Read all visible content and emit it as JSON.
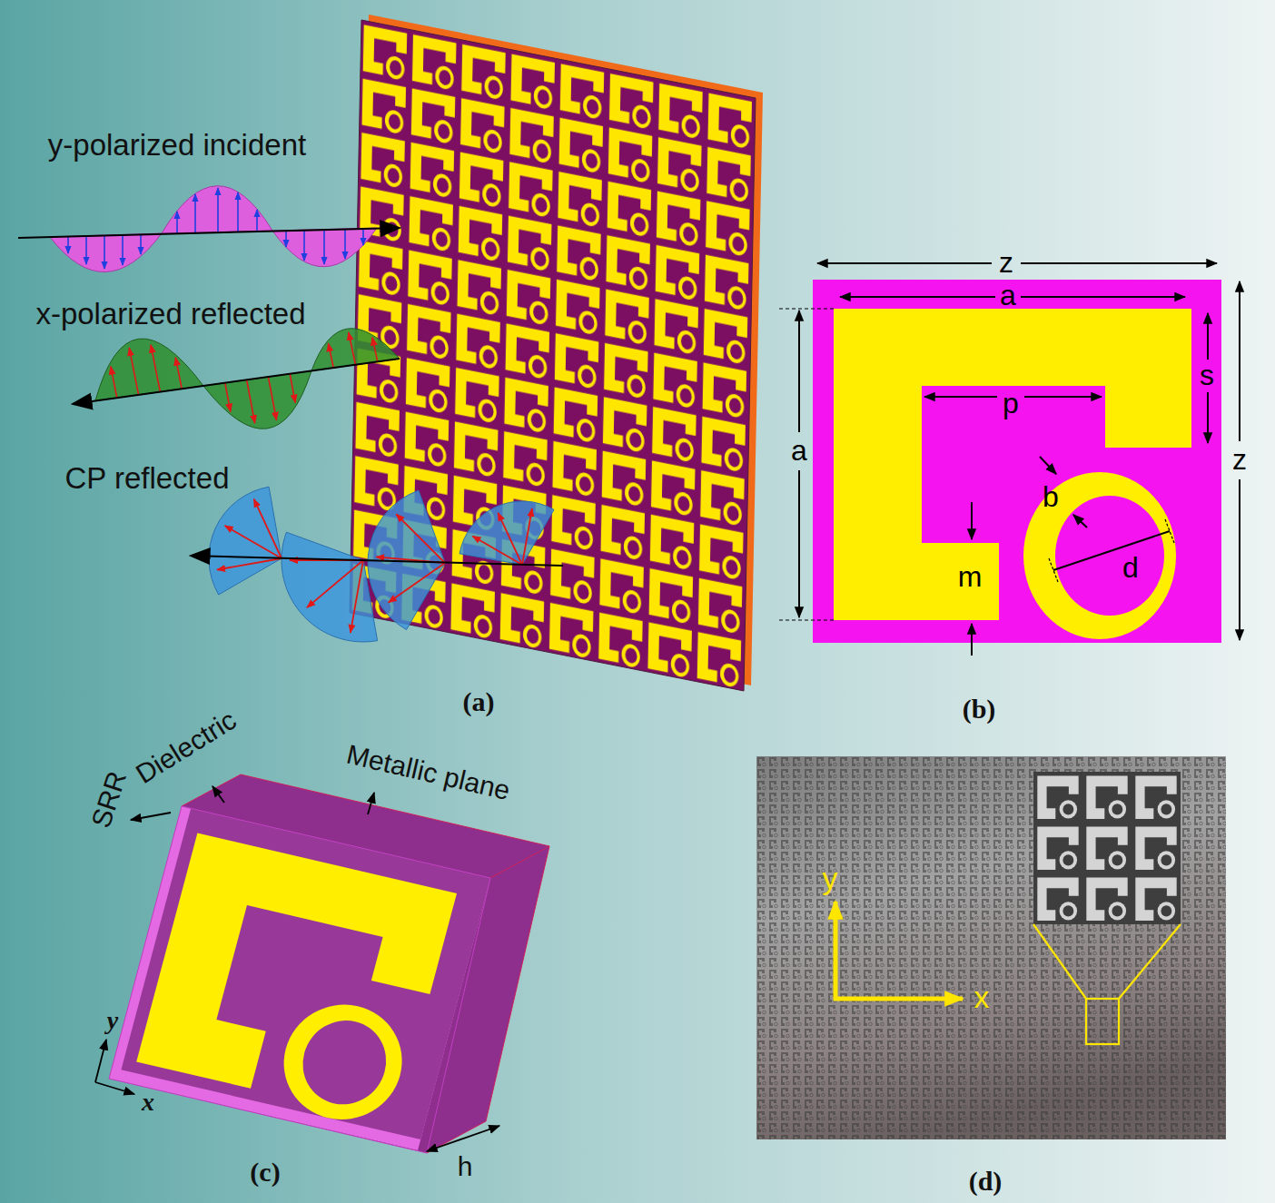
{
  "diagram": {
    "labels": [
      "y-polarized incident",
      "x-polarized reflected",
      "CP reflected",
      "(a)",
      "z",
      "a",
      "s",
      "p",
      "a",
      "z",
      "b",
      "d",
      "m",
      "(b)",
      "Dielectric",
      "Metallic plane",
      "SRR",
      "y",
      "x",
      "h",
      "(c)",
      "y",
      "x",
      "(d)"
    ]
  }
}
